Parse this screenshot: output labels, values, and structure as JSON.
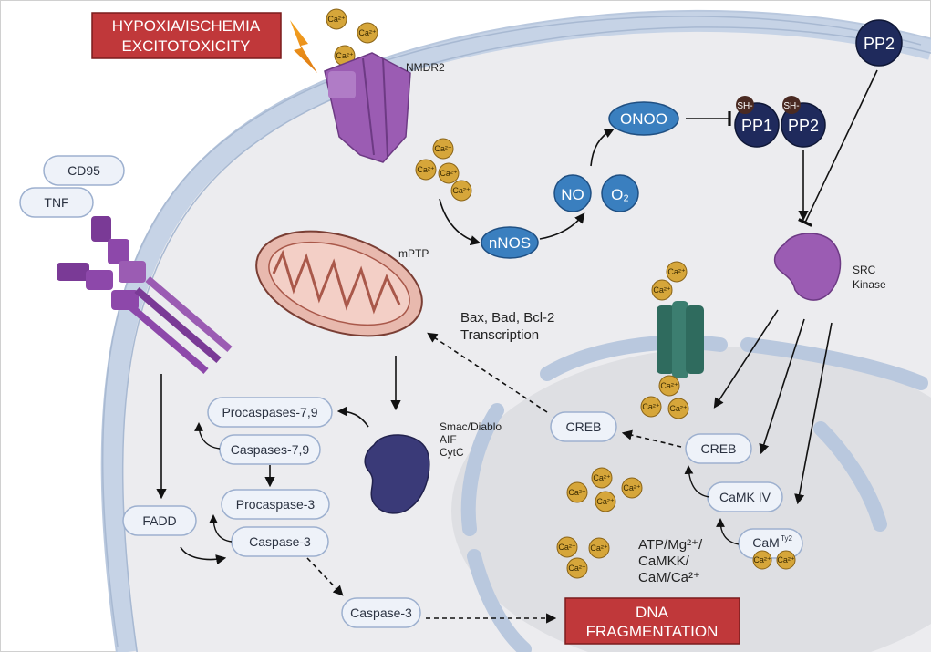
{
  "banners": {
    "hypoxia_line1": "HYPOXIA/ISCHEMIA",
    "hypoxia_line2": "EXCITOTOXICITY",
    "dna_line1": "DNA",
    "dna_line2": "FRAGMENTATION"
  },
  "receptors": {
    "cd95": "CD95",
    "tnf": "TNF",
    "nmdr2": "NMDR2",
    "src_line1": "SRC",
    "src_line2": "Kinase",
    "mptp": "mPTP"
  },
  "molecules": {
    "ca": "Ca²⁺",
    "nnos": "nNOS",
    "no": "NO",
    "o2": "O₂",
    "onoo": "ONOO",
    "pp1": "PP1",
    "pp2": "PP2",
    "pp2_top": "PP2",
    "sh": "SH-",
    "fadd": "FADD",
    "procaspases79": "Procaspases-7,9",
    "caspases79": "Caspases-7,9",
    "procaspase3": "Procaspase-3",
    "caspase3": "Caspase-3",
    "caspase3_b": "Caspase-3",
    "creb_outer": "CREB",
    "creb_inner": "CREB",
    "camk4": "CaMK IV",
    "cam": "CaM",
    "cam_sup": "Ty2"
  },
  "annotations": {
    "bax_line1": "Bax, Bad, Bcl-2",
    "bax_line2": "Transcription",
    "smac_line1": "Smac/Diablo",
    "smac_line2": "AIF",
    "smac_line3": "CytC",
    "atp_line1": "ATP/Mg²⁺/",
    "atp_line2": "CaMKK/",
    "atp_line3": "CaM/Ca²⁺"
  },
  "colors": {
    "red_banner": "#c0383a",
    "nucleus_fill": "#eeeef0",
    "membrane": "#b9c8de",
    "pill_border": "#9db0cf",
    "blue_molecule": "#3a7fbf",
    "navy_molecule": "#1f2a5c",
    "calcium": "#d6a63a",
    "purple": "#9b5cb3"
  }
}
